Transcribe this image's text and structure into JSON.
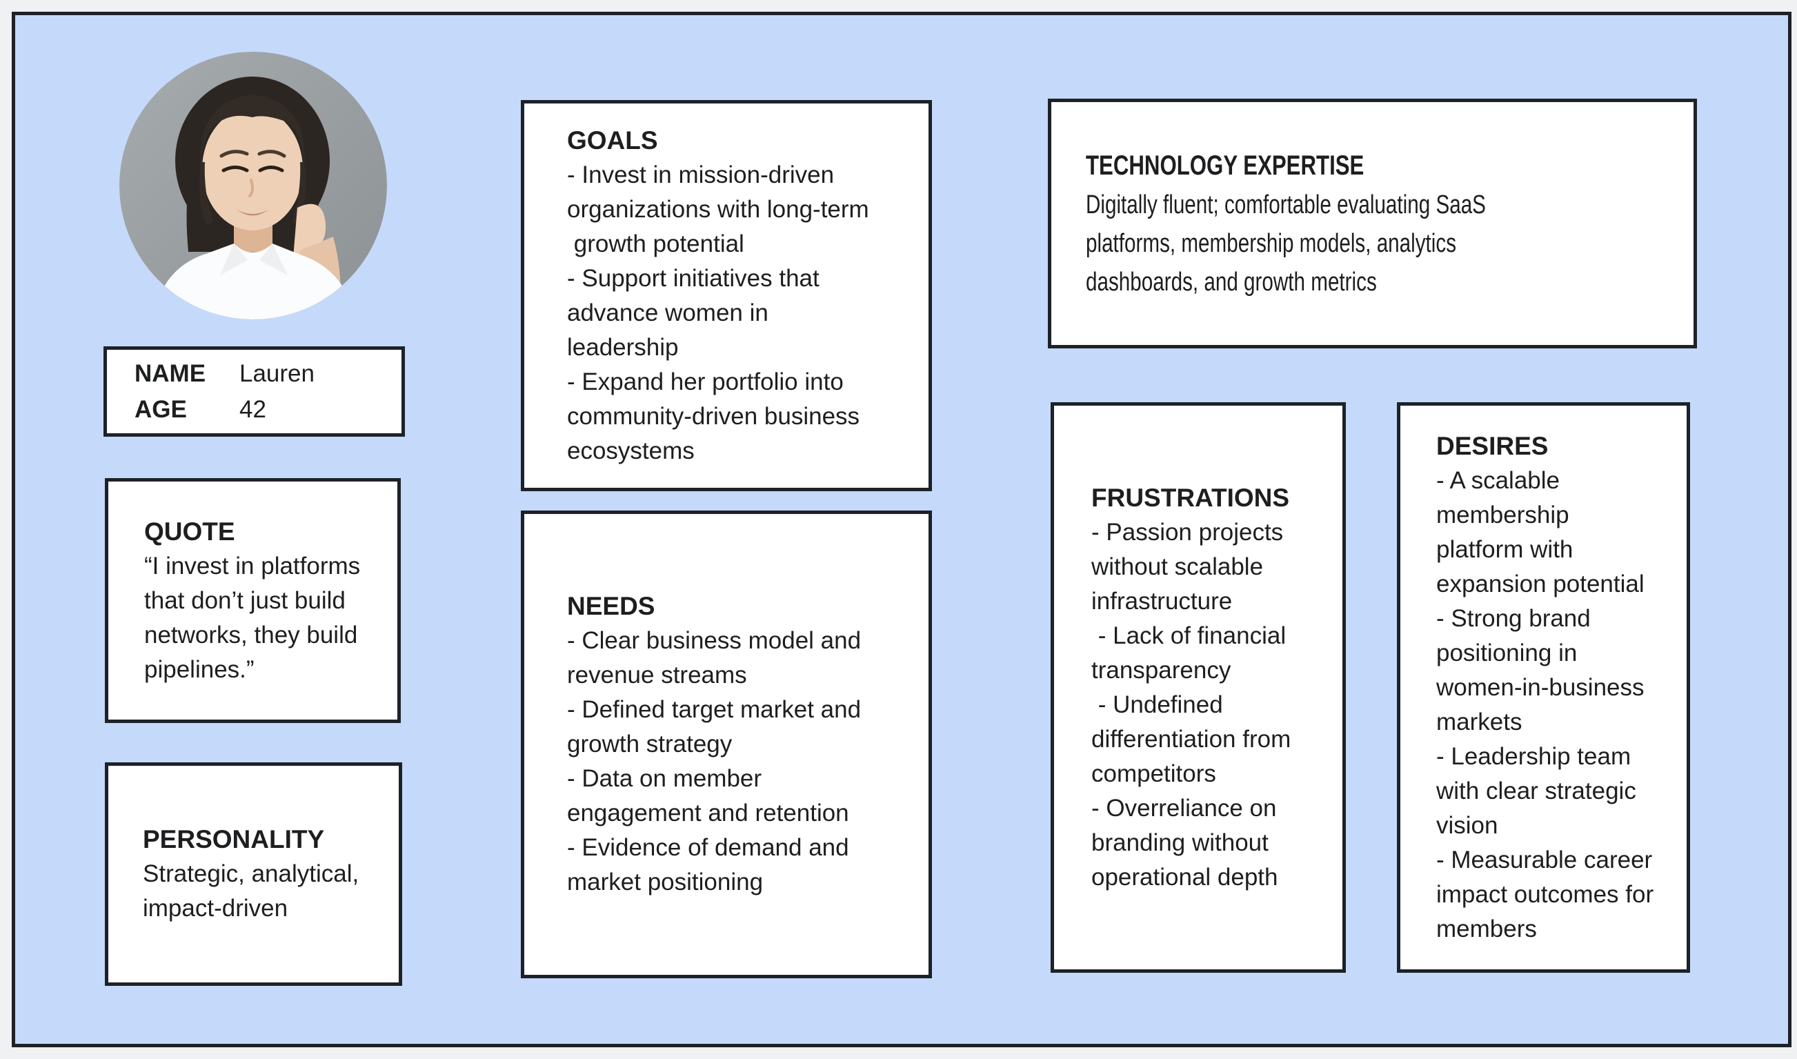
{
  "page": {
    "background_color": "#c5d9fa",
    "outer_background_color": "#f0f1f2",
    "border_color": "#1d2228",
    "card_background": "#ffffff"
  },
  "profile": {
    "photo_description": "portrait of a woman with dark hair in a white shirt, hand resting on chin, gray backdrop"
  },
  "identity": {
    "name_label": "NAME",
    "name_value": "Lauren",
    "age_label": "AGE",
    "age_value": "42"
  },
  "quote": {
    "title": "QUOTE",
    "lines": [
      "“I invest in platforms",
      "that don’t just build",
      "networks, they build",
      "pipelines.”"
    ]
  },
  "personality": {
    "title": "PERSONALITY",
    "lines": [
      "Strategic, analytical,",
      "impact-driven"
    ]
  },
  "goals": {
    "title": "GOALS",
    "lines": [
      "- Invest in mission-driven",
      "organizations with long-term",
      " growth potential",
      "- Support initiatives that",
      "advance women in",
      "leadership",
      "- Expand her portfolio into",
      "community-driven business",
      "ecosystems"
    ]
  },
  "needs": {
    "title": "NEEDS",
    "lines": [
      "- Clear business model and",
      "revenue streams",
      "- Defined target market and",
      "growth strategy",
      "- Data on member",
      "engagement and retention",
      "- Evidence of demand and",
      "market positioning"
    ]
  },
  "technology": {
    "title": "TECHNOLOGY EXPERTISE",
    "lines": [
      "Digitally fluent; comfortable evaluating SaaS",
      "platforms, membership models, analytics",
      "dashboards, and growth metrics"
    ]
  },
  "frustrations": {
    "title": "FRUSTRATIONS",
    "lines": [
      "- Passion projects",
      "without scalable",
      "infrastructure",
      " - Lack of financial",
      "transparency",
      " - Undefined",
      "differentiation from",
      "competitors",
      "- Overreliance on",
      "branding without",
      "operational depth"
    ]
  },
  "desires": {
    "title": "DESIRES",
    "lines": [
      "- A scalable",
      "membership",
      "platform with",
      "expansion potential",
      "- Strong brand",
      "positioning in",
      "women-in-business",
      "markets",
      "- Leadership team",
      "with clear strategic",
      "vision",
      "- Measurable career",
      "impact outcomes for",
      "members"
    ]
  }
}
